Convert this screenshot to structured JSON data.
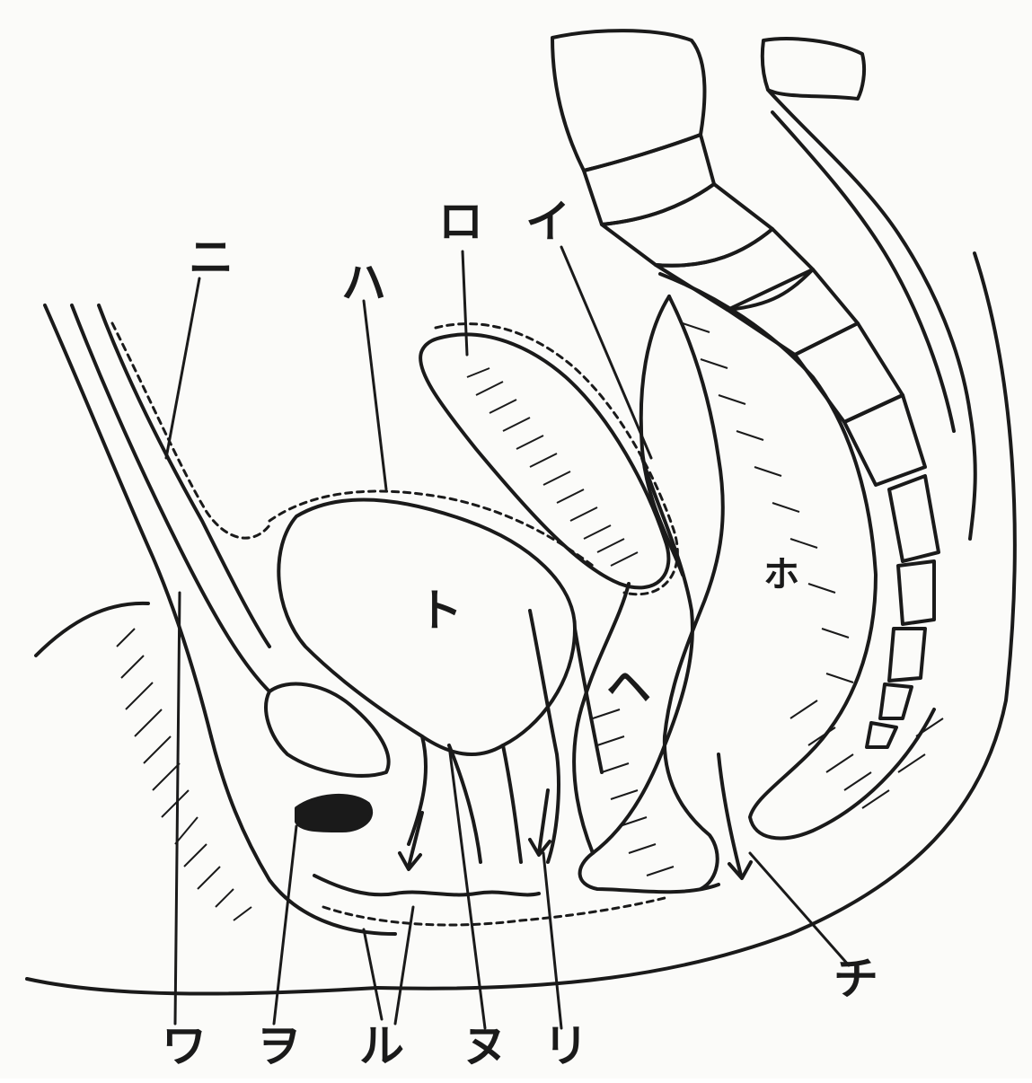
{
  "figure": {
    "colors": {
      "ink": "#1a1a1a",
      "paper": "#fbfbf9"
    },
    "labels": {
      "i": "イ",
      "ro": "ロ",
      "ha": "ハ",
      "ni": "ニ",
      "ho": "ホ",
      "he": "ヘ",
      "to": "ト",
      "chi": "チ",
      "ri": "リ",
      "nu": "ヌ",
      "ru": "ル",
      "wo": "ヲ",
      "wa": "ワ"
    }
  }
}
